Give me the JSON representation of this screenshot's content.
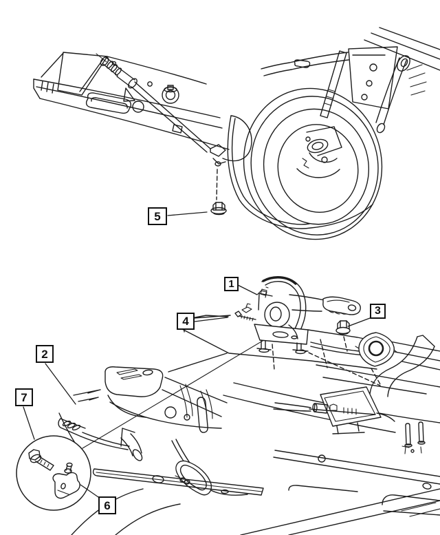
{
  "figure": {
    "type": "exploded-parts-line-drawing",
    "background": "#ffffff",
    "ink": "#1c1c1c",
    "views": [
      {
        "name": "rear-axle-and-brake-drum-view"
      },
      {
        "name": "floor-pan-and-lever-view"
      }
    ]
  },
  "callouts": [
    {
      "label": "1",
      "part": "parking-brake-lever-assembly"
    },
    {
      "label": "2",
      "part": "front-parking-brake-cable"
    },
    {
      "label": "3",
      "part": "flange-nut"
    },
    {
      "label": "4",
      "part": "screw"
    },
    {
      "label": "5",
      "part": "flange-nut"
    },
    {
      "label": "6",
      "part": "cable-bracket"
    },
    {
      "label": "7",
      "part": "bolt"
    }
  ]
}
